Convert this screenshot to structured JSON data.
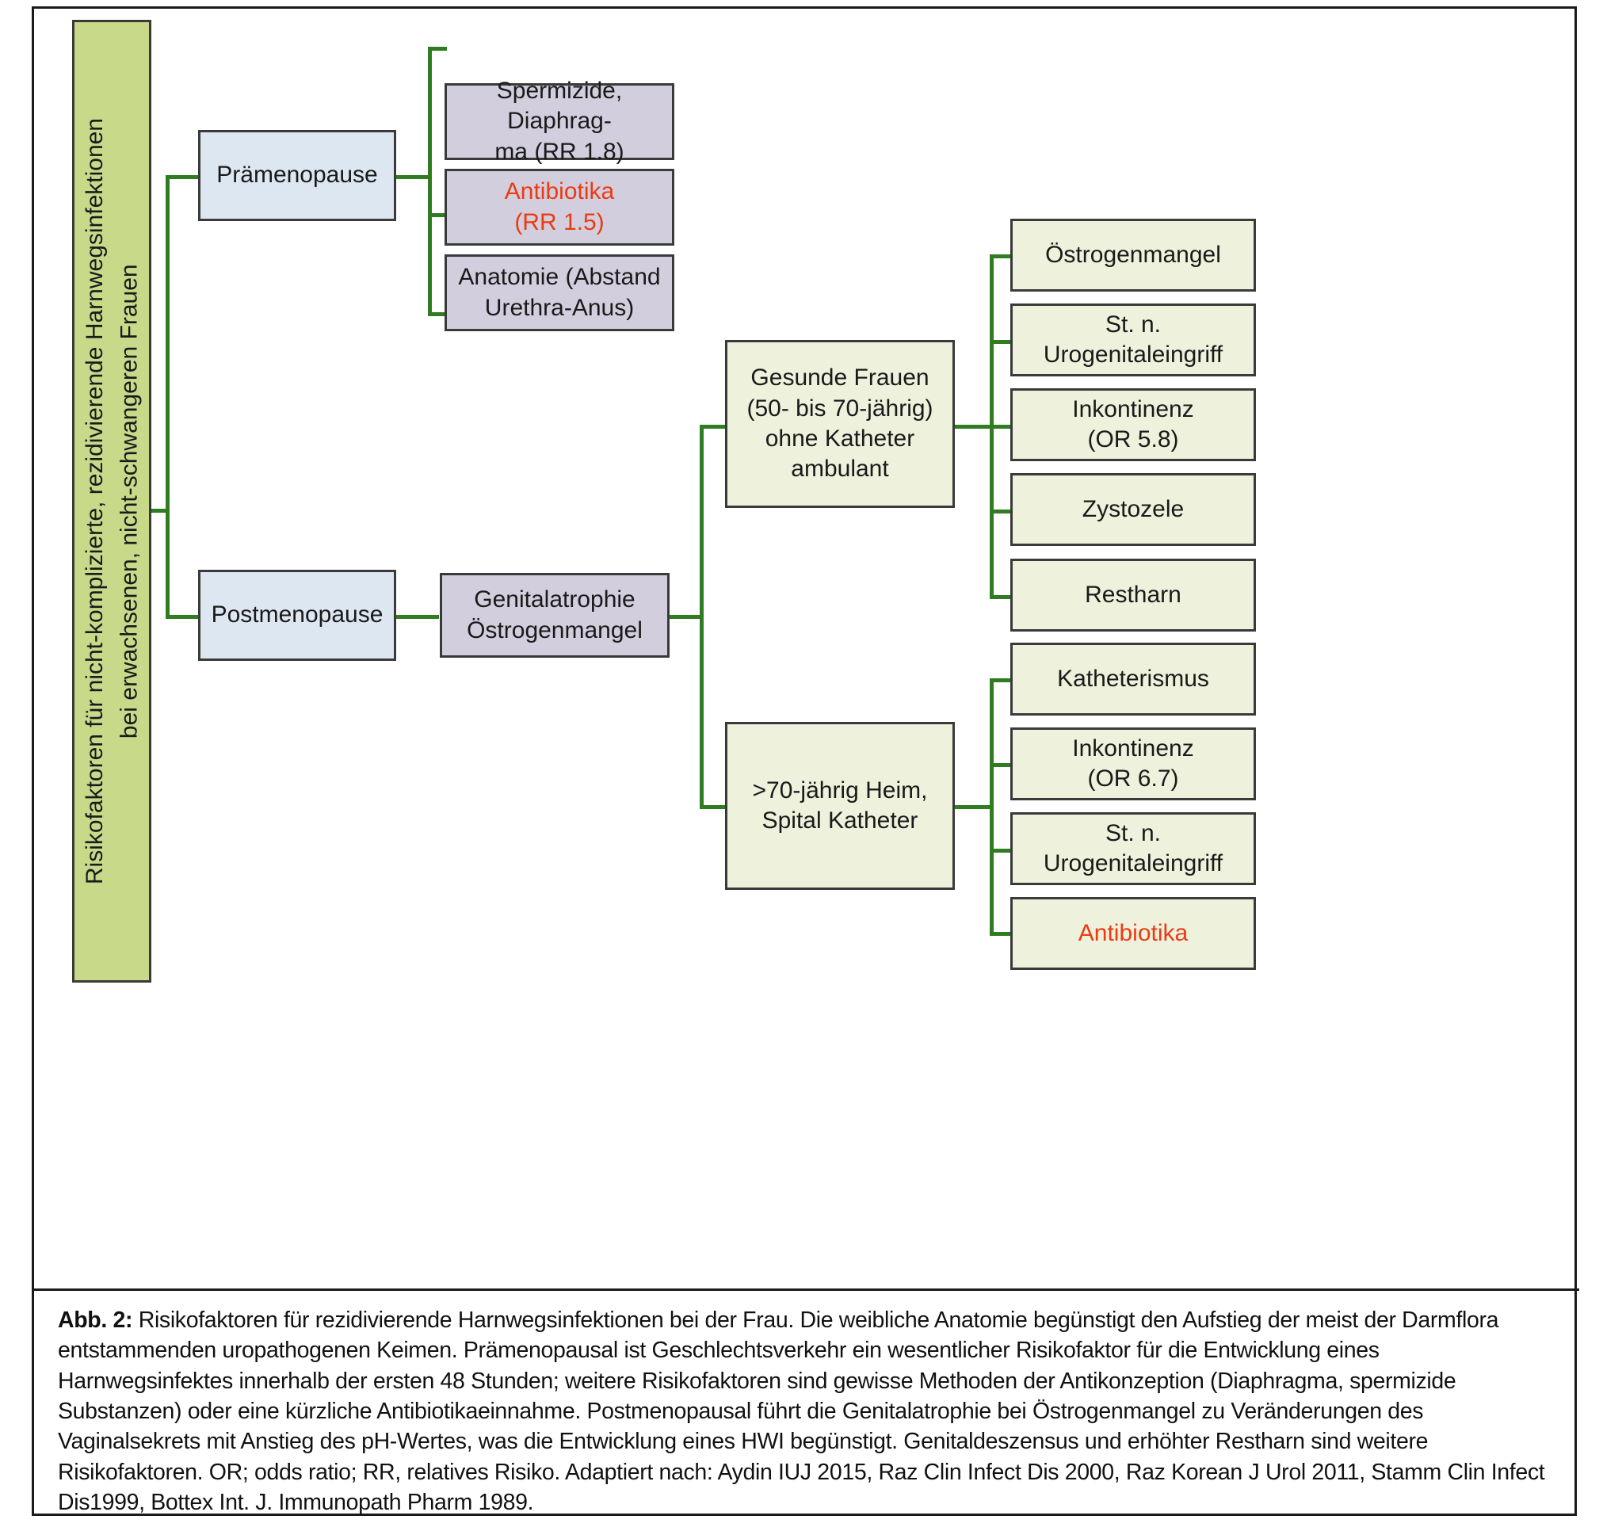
{
  "figure": {
    "root": {
      "label": "Risikofaktoren für nicht-komplizierte, rezidivierende Harnwegsinfektionen\nbei erwachsenen, nicht-schwangeren Frauen"
    },
    "branches": [
      {
        "id": "praemenopause",
        "label": "Prämenopause"
      },
      {
        "id": "postmenopause",
        "label": "Postmenopause"
      }
    ],
    "premenopause_factors": [
      {
        "id": "spermizide",
        "label": "Spermizide, Diaphrag-\nma (RR 1.8)",
        "highlight": false
      },
      {
        "id": "antibiotika-rr",
        "label": "Antibiotika\n(RR 1.5)",
        "highlight": true
      },
      {
        "id": "anatomie",
        "label": "Anatomie (Abstand\nUrethra-Anus)",
        "highlight": false
      }
    ],
    "postmenopause_cause": {
      "id": "genitalatrophie",
      "label": "Genitalatrophie\nÖstrogenmangel"
    },
    "populations": [
      {
        "id": "gesunde-frauen",
        "label": "Gesunde Frauen\n(50- bis 70-jährig)\nohne Katheter\nambulant"
      },
      {
        "id": "ueber-70",
        "label": ">70-jährig Heim,\nSpital Katheter"
      }
    ],
    "risk_factors_ambulant": [
      {
        "id": "oestrogenmangel",
        "label": "Östrogenmangel",
        "highlight": false
      },
      {
        "id": "st-n-urogenitaleingriff-1",
        "label": "St. n.\nUrogenitaleingriff",
        "highlight": false
      },
      {
        "id": "inkontinenz-58",
        "label": "Inkontinenz\n(OR 5.8)",
        "highlight": false
      },
      {
        "id": "zystozele",
        "label": "Zystozele",
        "highlight": false
      },
      {
        "id": "restharn",
        "label": "Restharn",
        "highlight": false
      }
    ],
    "risk_factors_institutional": [
      {
        "id": "katheterismus",
        "label": "Katheterismus",
        "highlight": false
      },
      {
        "id": "inkontinenz-67",
        "label": "Inkontinenz\n(OR 6.7)",
        "highlight": false
      },
      {
        "id": "st-n-urogenitaleingriff-2",
        "label": "St. n.\nUrogenitaleingriff",
        "highlight": false
      },
      {
        "id": "antibiotika",
        "label": "Antibiotika",
        "highlight": true
      }
    ]
  },
  "caption": {
    "label": "Abb. 2:",
    "text": " Risikofaktoren für rezidivierende Harnwegsinfektionen bei der Frau. Die weibliche Anatomie begünstigt den Aufstieg der meist der Darmflora entstammenden uropathogenen Keimen. Prämenopausal ist Geschlechtsverkehr ein wesentlicher Risikofaktor für die Entwicklung eines Harnwegsinfektes innerhalb der ersten 48 Stunden; weitere Risikofaktoren sind gewisse Methoden der Antikonzeption (Diaphragma, spermizide Substanzen) oder eine kürzliche Antibiotikaeinnahme. Postmenopausal führt die Genitalatrophie bei Östrogenmangel zu Veränderungen des Vaginalsekrets mit Anstieg des pH-Wertes, was die Entwicklung eines HWI begünstigt. Genitaldeszensus und erhöhter Restharn sind weitere Risikofaktoren. OR; odds ratio; RR, relatives Risiko. Adaptiert nach: Aydin IUJ 2015, Raz Clin Infect Dis 2000, Raz Korean J Urol 2011, Stamm Clin Infect Dis1999, Bottex Int. J. Immunopath Pharm 1989."
  },
  "colors": {
    "connector_green": "#2f7d20",
    "root_box": "#c8d98a",
    "branch_box": "#dde7f1",
    "factor_box": "#d2cede",
    "risk_box": "#eef1dc",
    "highlight_text": "#ea3b13",
    "border": "#3a3a3a"
  }
}
